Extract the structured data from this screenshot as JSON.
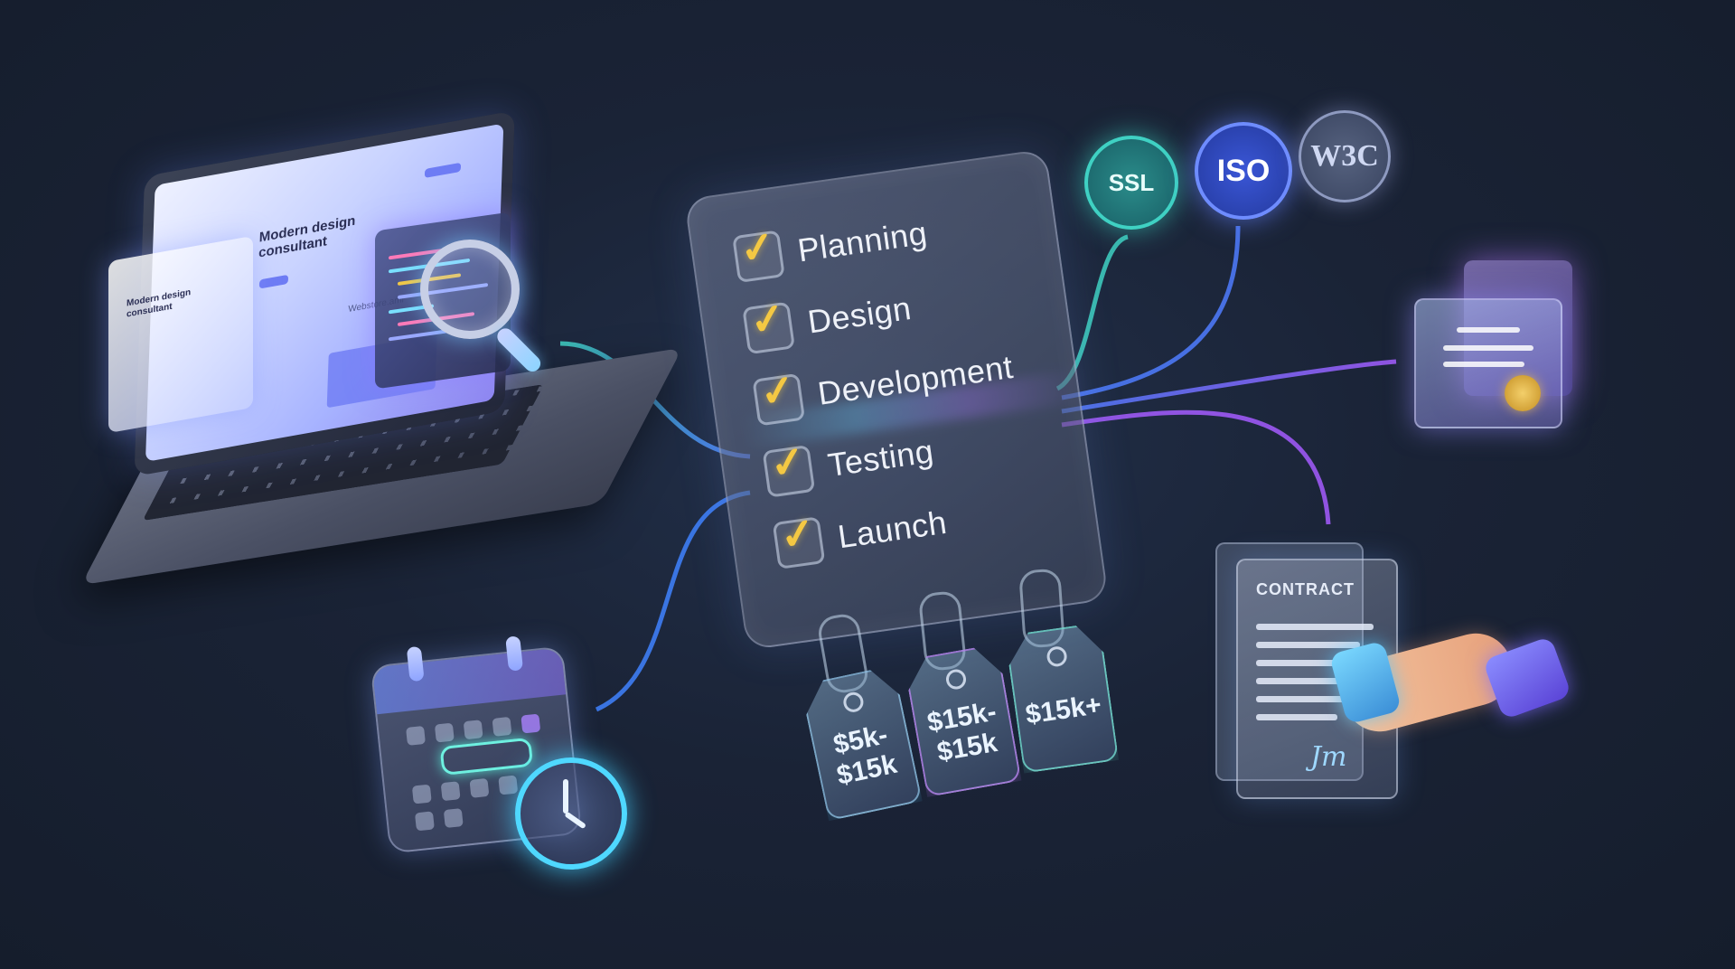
{
  "screen": {
    "hero_title": "Modern design consultant",
    "hero_sub": "Webstore.ami",
    "card_title": "Modern design consultant"
  },
  "checklist": {
    "items": [
      {
        "label": "Planning"
      },
      {
        "label": "Design"
      },
      {
        "label": "Development"
      },
      {
        "label": "Testing"
      },
      {
        "label": "Launch"
      }
    ]
  },
  "price_tags": [
    {
      "line1": "$5k-",
      "line2": "$15k",
      "color": "#5ad6ff"
    },
    {
      "line1": "$15k-",
      "line2": "$15k",
      "color": "#c98cff"
    },
    {
      "line1": "$15k+",
      "line2": "",
      "color": "#6fe6d6"
    }
  ],
  "badges": {
    "ssl": "SSL",
    "iso": "ISO",
    "w3c": "W3C"
  },
  "contract": {
    "title": "CONTRACT",
    "signature": "Jm"
  },
  "colors": {
    "background": "#1a2336",
    "teal": "#3fd1c3",
    "blue": "#4f7cff",
    "purple": "#a45cff",
    "check": "#f4c843"
  }
}
